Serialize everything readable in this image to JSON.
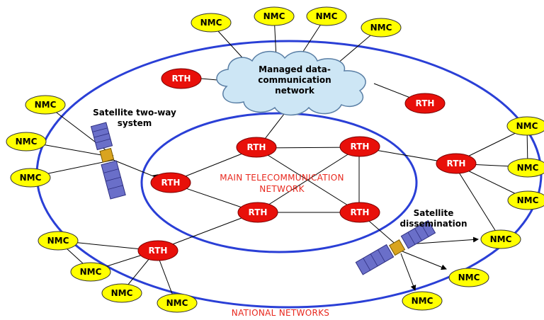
{
  "colors": {
    "ring": "#2a3fd6",
    "rth_fill": "#e8100a",
    "nmc_fill": "#ffff00",
    "link": "#000000",
    "cloud_fill": "#cde6f5",
    "label_red": "#e8281e"
  },
  "labels": {
    "nmc": "NMC",
    "rth": "RTH",
    "cloud_line1": "Managed data-",
    "cloud_line2": "communication",
    "cloud_line3": "network",
    "main_network_line1": "MAIN TELECOMMUNICATION",
    "main_network_line2": "NETWORK",
    "national_networks": "NATIONAL NETWORKS",
    "sat_two_way_line1": "Satellite two-way",
    "sat_two_way_line2": "system",
    "sat_dissem_line1": "Satellite",
    "sat_dissem_line2": "dissemination"
  },
  "icons": {
    "satellite_two_way": "satellite-icon",
    "satellite_dissemination": "satellite-icon",
    "cloud": "cloud-icon"
  }
}
